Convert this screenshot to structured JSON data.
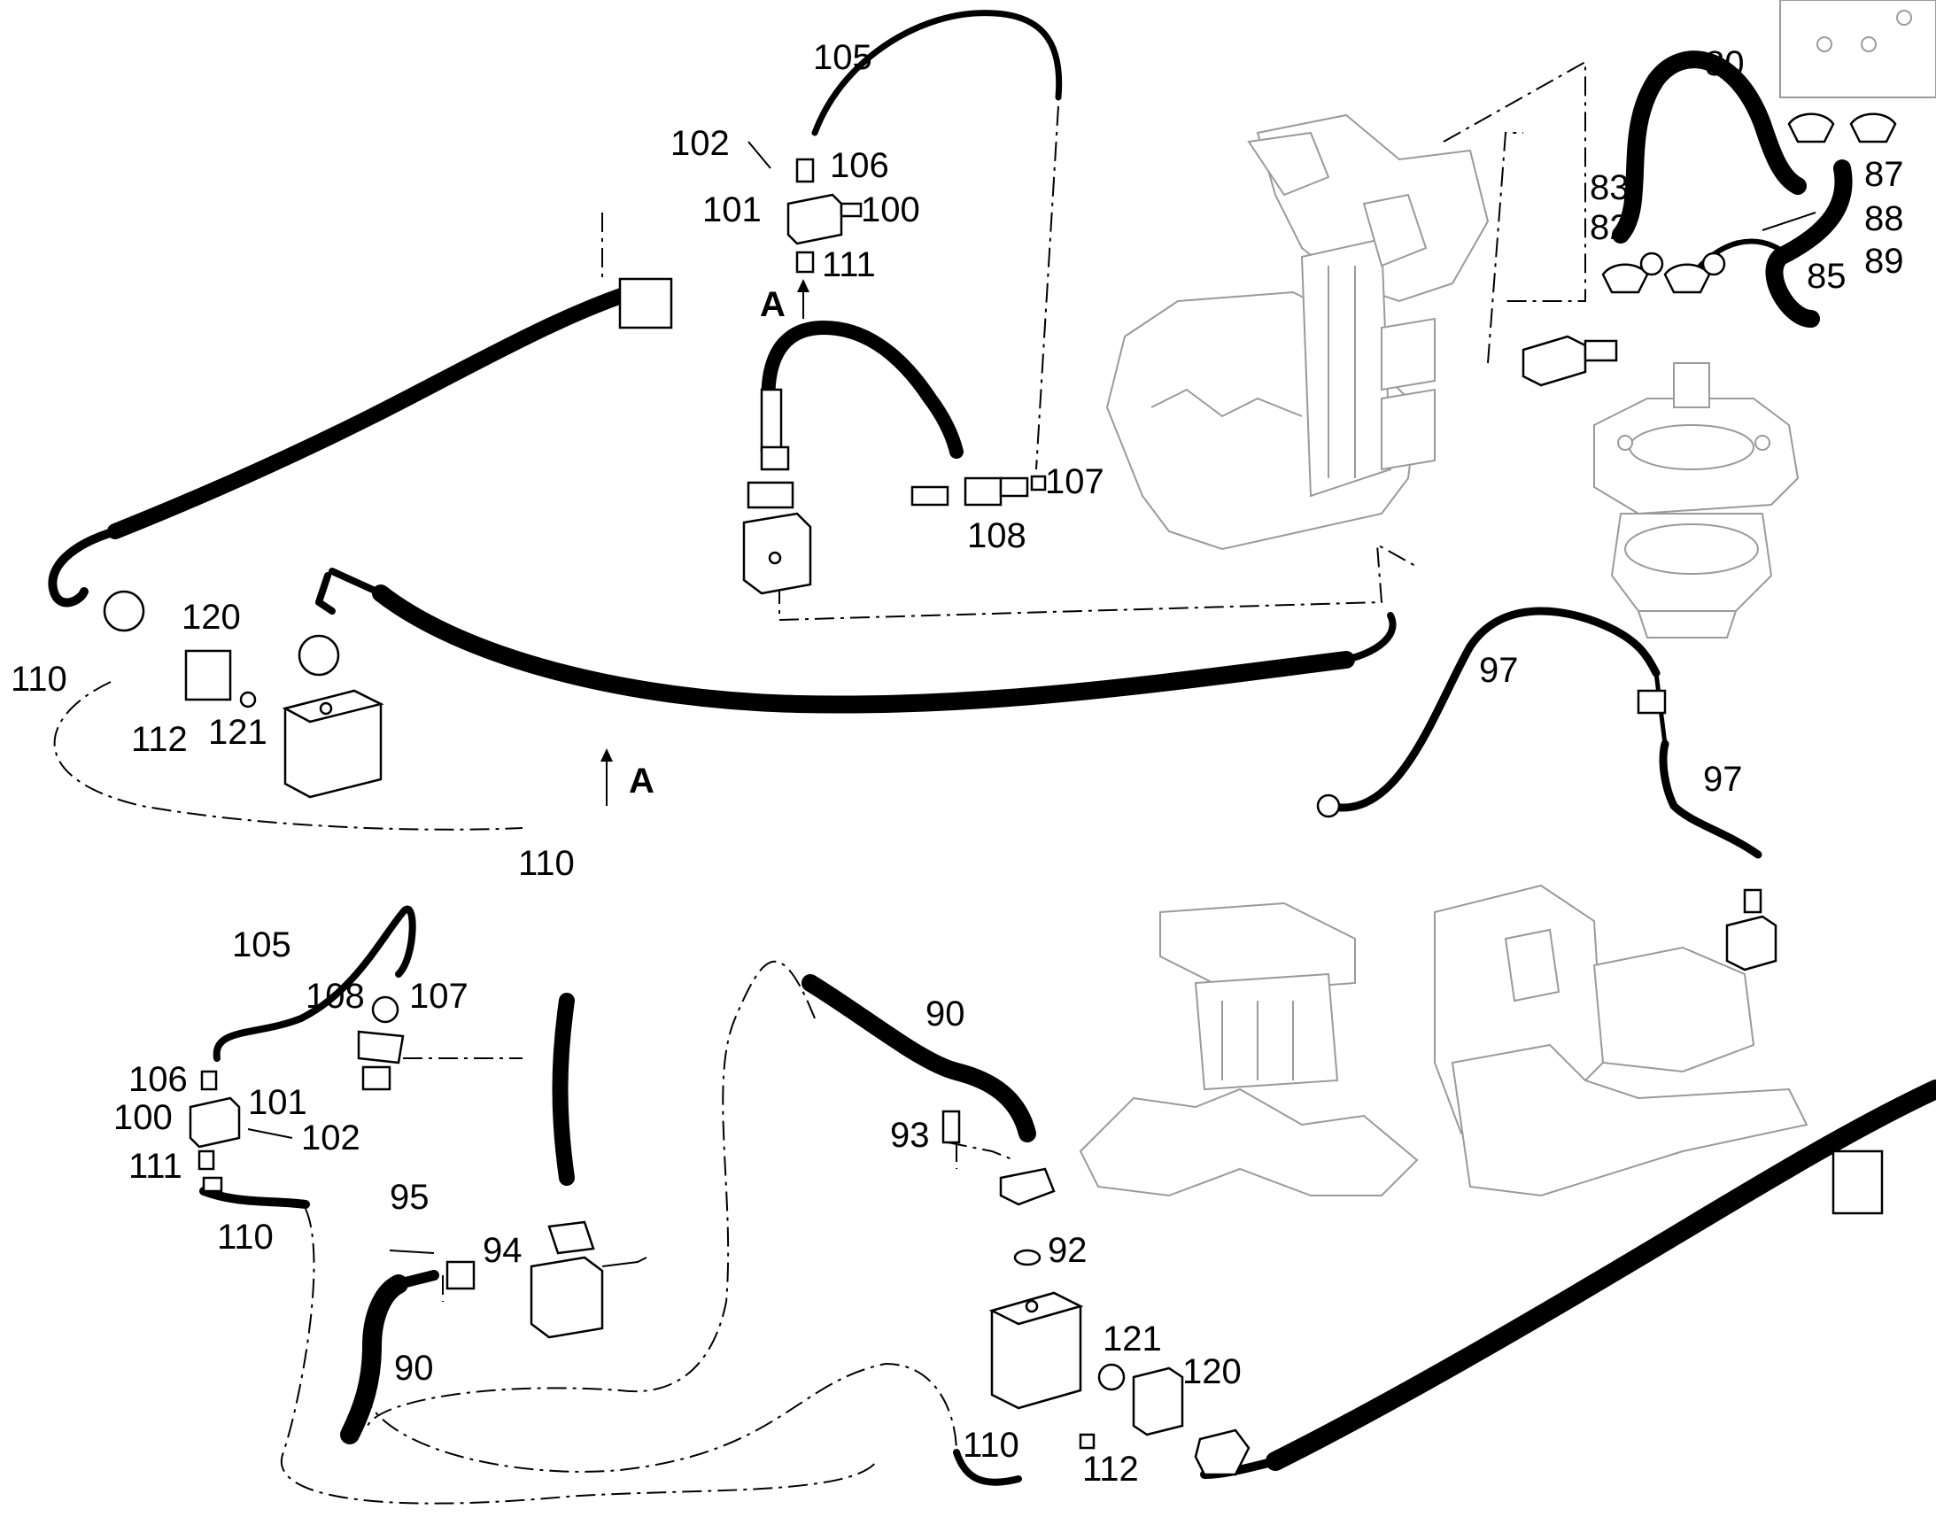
{
  "diagram": {
    "callouts": {
      "c80": "80",
      "c82": "82",
      "c83": "83",
      "c85": "85",
      "c87": "87",
      "c88": "88",
      "c89": "89",
      "c90a": "90",
      "c90b": "90",
      "c92": "92",
      "c93": "93",
      "c94": "94",
      "c95": "95",
      "c97a": "97",
      "c97b": "97",
      "c100a": "100",
      "c100b": "100",
      "c101a": "101",
      "c101b": "101",
      "c102a": "102",
      "c102b": "102",
      "c105a": "105",
      "c105b": "105",
      "c106a": "106",
      "c106b": "106",
      "c107a": "107",
      "c107b": "107",
      "c108a": "108",
      "c108b": "108",
      "c110a": "110",
      "c110b": "110",
      "c110c": "110",
      "c110d": "110",
      "c111a": "111",
      "c111b": "111",
      "c112a": "112",
      "c112b": "112",
      "c120a": "120",
      "c120b": "120",
      "c121a": "121",
      "c121b": "121"
    },
    "view_markers": {
      "a_top": "A",
      "a_mid": "A"
    },
    "colors": {
      "line": "#000000",
      "ghost": "#9a9a9a",
      "background": "#ffffff"
    }
  }
}
